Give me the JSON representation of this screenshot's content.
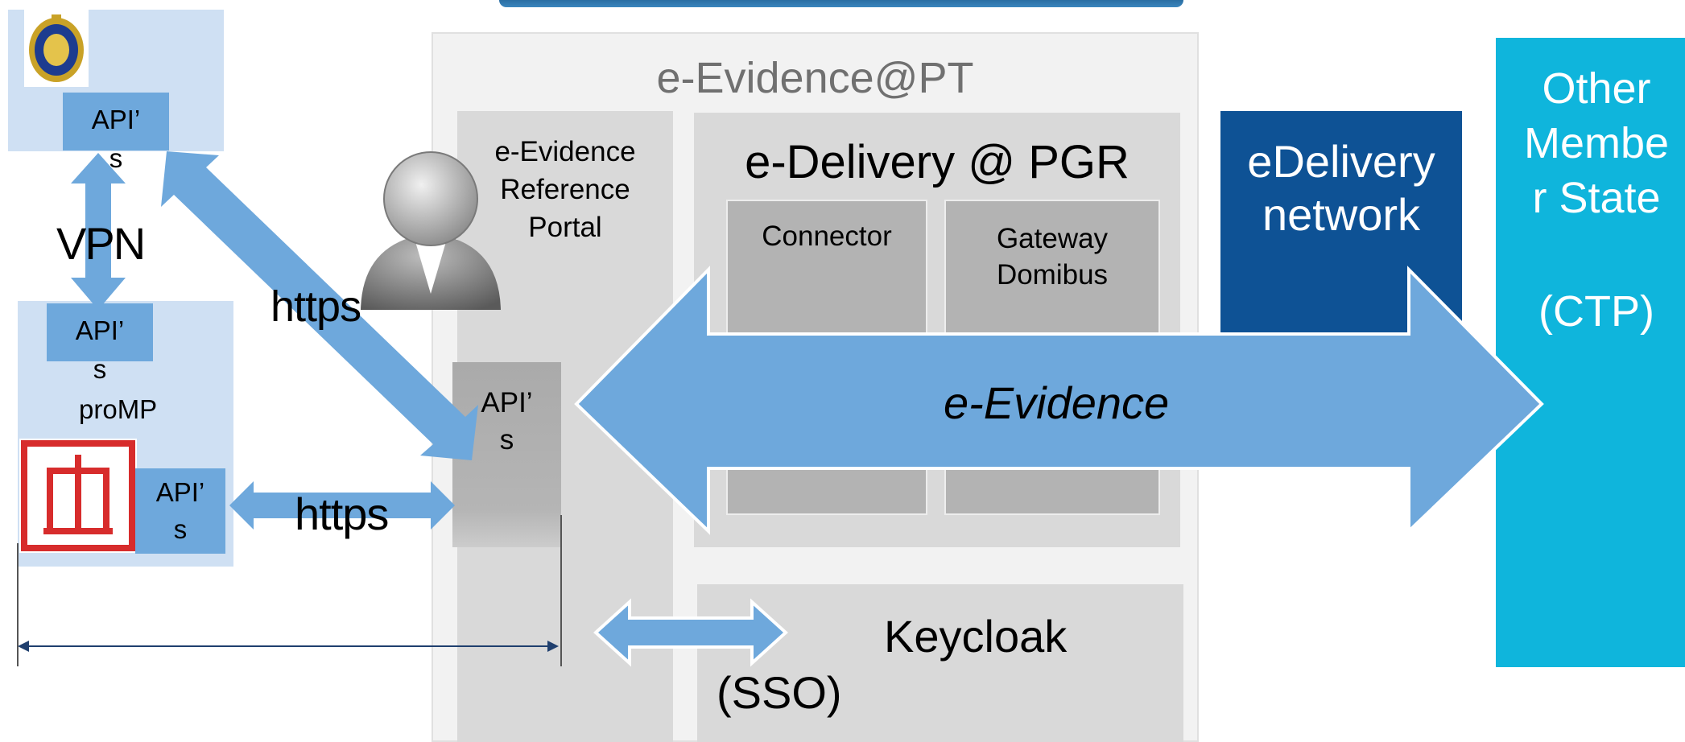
{
  "left": {
    "top_api": "API’\ns",
    "vpn": "VPN",
    "mid_api": "API’\ns",
    "promp": "proMP",
    "bottom_api": "API’\ns"
  },
  "links": {
    "https_upper": "https",
    "https_lower": "https"
  },
  "eevidence_pt": {
    "title": "e-Evidence@PT",
    "portal": "e-Evidence\nReference\nPortal",
    "portal_api": "API’\ns"
  },
  "edelivery_pgr": {
    "title": "e-Delivery @ PGR",
    "connector": "Connector",
    "gateway": "Gateway\nDomibus"
  },
  "edelivery_network": "eDelivery\nnetwork",
  "arrow_label": "e-Evidence",
  "keycloak": {
    "name": "Keycloak",
    "sso": "(SSO)"
  },
  "other_member": {
    "name": "Other\nMembe\nr State",
    "ctp": "(CTP)"
  },
  "colors": {
    "light_blue_panel": "#cfe0f3",
    "api_blue": "#6ea8dc",
    "arrow_blue": "#6ea8dc",
    "dark_blue": "#0e5295",
    "cyan": "#0fb5dc",
    "light_grey": "#f2f2f2",
    "mid_grey": "#d9d9d9",
    "dark_grey": "#b3b3b3",
    "emblem_red": "#d72c2c"
  }
}
